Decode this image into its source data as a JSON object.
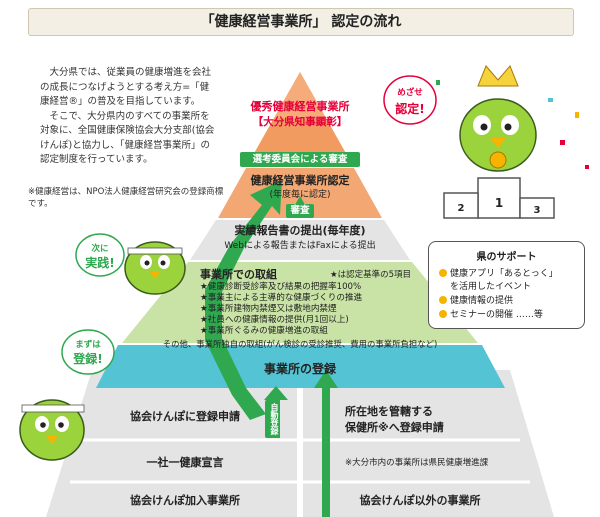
{
  "title": "「健康経営事業所」 認定の流れ",
  "intro": {
    "p1": "大分県では、従業員の健康増進を会社の成長につなげようとする考え方=「健康経営®」の普及を目指しています。",
    "p2": "そこで、大分県内のすべての事業所を対象に、全国健康保険協会大分支部(協会けんぽ)と協力し、「健康経営事業所」の認定制度を行っています。"
  },
  "trademark_note": "※健康経営は、NPO法人健康経営研究会の登録商標です。",
  "pyramid": {
    "excellent_title": "優秀健康経営事業所",
    "excellent_subtitle": "【大分県知事顕彰】",
    "review_committee": "選考委員会による審査",
    "certified_title": "健康経営事業所認定",
    "certified_sub": "(年度毎に認定)",
    "review": "審査",
    "report_title": "実績報告書の提出(毎年度)",
    "report_sub": "Webによる報告またはFaxによる提出",
    "efforts_title": "事業所での取組",
    "efforts_note": "★は認定基準の5項目",
    "efforts_items": [
      "★健康診断受診率及び結果の把握率100%",
      "★事業主による主導的な健康づくりの推進",
      "★事業所建物内禁煙又は敷地内禁煙",
      "★社員への健康情報の提供(月1回以上)",
      "★事業所ぐるみの健康増進の取組"
    ],
    "efforts_other": "その他、事業所独自の取組(がん検診の受診推奨、費用の事業所負担など)",
    "registration": "事業所の登録"
  },
  "left_column": {
    "kyokai_apply": "協会けんぽに登録申請",
    "auto_register": "自動登録",
    "declaration": "一社一健康宣言",
    "kyokai_member": "協会けんぽ加入事業所"
  },
  "right_column": {
    "health_center_line1": "所在地を管轄する",
    "health_center_line2": "保健所※へ登録申請",
    "note": "※大分市内の事業所は県民健康増進課",
    "other_member": "協会けんぽ以外の事業所"
  },
  "support": {
    "title": "県のサポート",
    "items": [
      "健康アプリ「あるとっく」",
      "を活用したイベント",
      "健康情報の提供",
      "セミナーの開催",
      "……等"
    ]
  },
  "mascot_bubbles": {
    "first": "まずは",
    "register": "登録!",
    "next": "次に",
    "practice": "実践!",
    "congrats": "めざせ",
    "certified": "認定!"
  },
  "podium": {
    "first": "1",
    "second": "2",
    "third": "3"
  },
  "colors": {
    "red": "#e5003a",
    "orange_top": "#f29b61",
    "orange_mid": "#f3a873",
    "gray_band": "#e4e4e4",
    "green_band": "#c9e3a6",
    "teal_band": "#54c4d4",
    "green_accent": "#2fa84f",
    "yellow": "#f6b400"
  }
}
